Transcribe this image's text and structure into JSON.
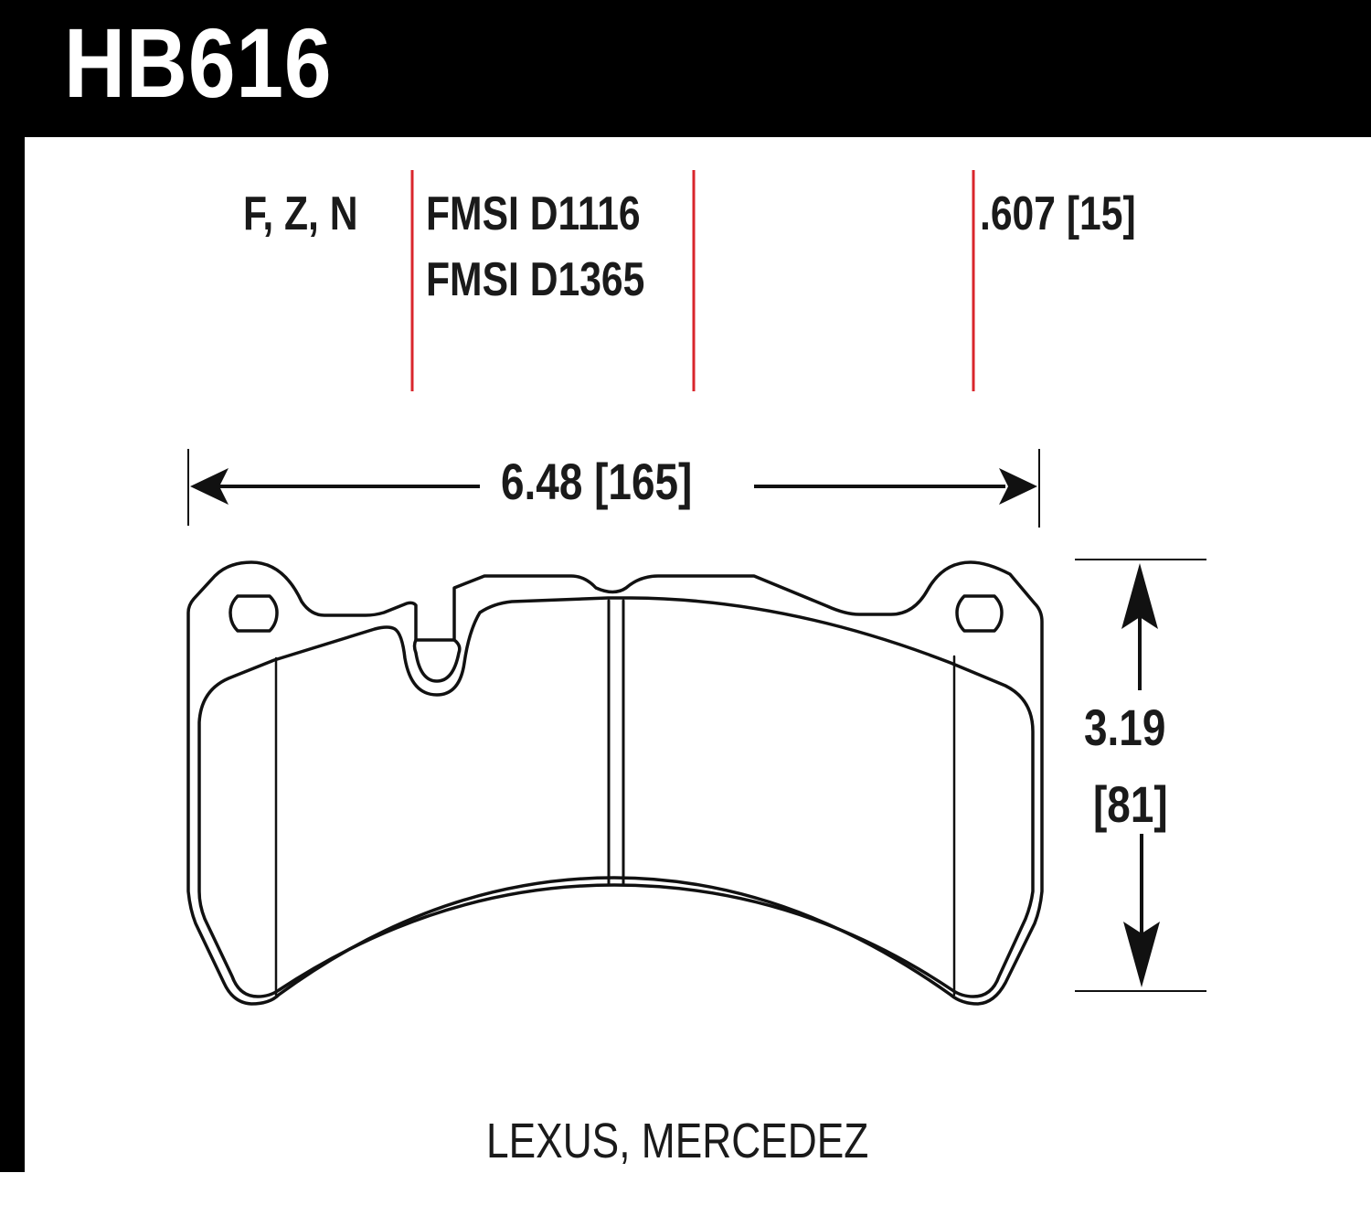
{
  "header": {
    "part_number": "HB616",
    "background_color": "#000000",
    "text_color": "#ffffff"
  },
  "specs": {
    "compounds": "F, Z, N",
    "fmsi": [
      "FMSI D1116",
      "FMSI D1365"
    ],
    "thickness": ".607 [15]",
    "divider_color": "#d9262c"
  },
  "dimensions": {
    "width": "6.48 [165]",
    "height_in": "3.19",
    "height_mm": "[81]"
  },
  "drawing": {
    "shape": "brake-pad-outline",
    "line_color": "#111111"
  },
  "footer": {
    "applications": "LEXUS, MERCEDEZ"
  }
}
